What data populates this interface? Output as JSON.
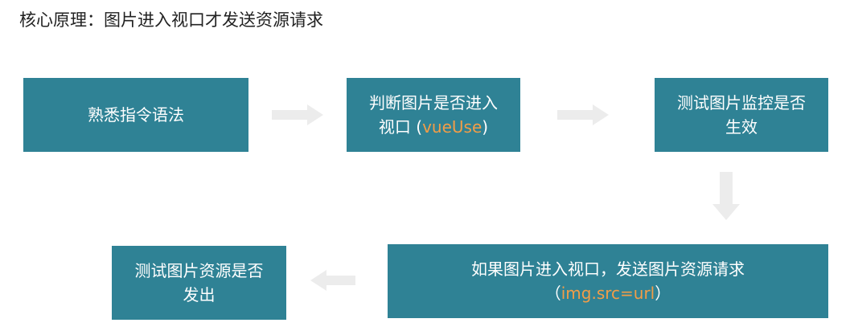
{
  "title": "核心原理：图片进入视口才发送资源请求",
  "steps": [
    {
      "line1": "熟悉指令语法"
    },
    {
      "line1": "判断图片是否进入",
      "line2_prefix": "视口 (",
      "line2_accent": "vueUse",
      "line2_suffix": ")"
    },
    {
      "line1": "测试图片监控是否",
      "line2": "生效"
    },
    {
      "line1": "如果图片进入视口，发送图片资源请求",
      "line2_prefix": "（",
      "line2_accent": "img.src=url",
      "line2_suffix": "）"
    },
    {
      "line1": "测试图片资源是否",
      "line2": "发出"
    }
  ],
  "colors": {
    "box": "#2f8295",
    "accent": "#f29d47",
    "arrow": "#ececec"
  },
  "arrows": [
    "arrow-right",
    "arrow-right",
    "arrow-down",
    "arrow-left"
  ]
}
